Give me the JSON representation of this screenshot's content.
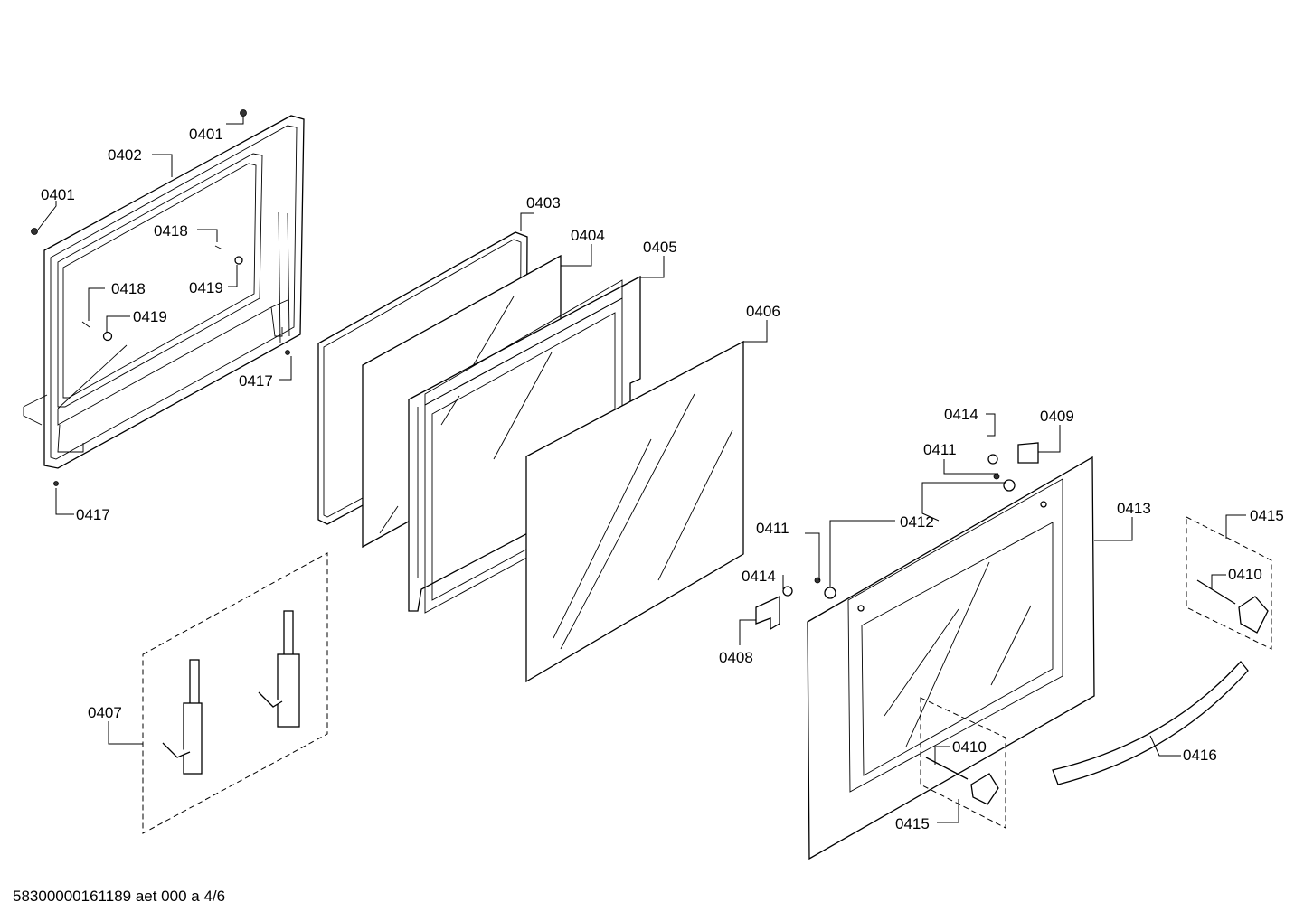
{
  "drawing": {
    "footer": "58300000161189 aet 000 a 4/6",
    "callouts": [
      {
        "id": "c1",
        "text": "0401"
      },
      {
        "id": "c2",
        "text": "0402"
      },
      {
        "id": "c3",
        "text": "0401"
      },
      {
        "id": "c4",
        "text": "0418"
      },
      {
        "id": "c5",
        "text": "0418"
      },
      {
        "id": "c6",
        "text": "0419"
      },
      {
        "id": "c7",
        "text": "0419"
      },
      {
        "id": "c8",
        "text": "0417"
      },
      {
        "id": "c9",
        "text": "0417"
      },
      {
        "id": "c10",
        "text": "0403"
      },
      {
        "id": "c11",
        "text": "0404"
      },
      {
        "id": "c12",
        "text": "0405"
      },
      {
        "id": "c13",
        "text": "0406"
      },
      {
        "id": "c14",
        "text": "0407"
      },
      {
        "id": "c15",
        "text": "0414"
      },
      {
        "id": "c16",
        "text": "0409"
      },
      {
        "id": "c17",
        "text": "0411"
      },
      {
        "id": "c18",
        "text": "0412"
      },
      {
        "id": "c19",
        "text": "0413"
      },
      {
        "id": "c20",
        "text": "0415"
      },
      {
        "id": "c21",
        "text": "0411"
      },
      {
        "id": "c22",
        "text": "0414"
      },
      {
        "id": "c23",
        "text": "0410"
      },
      {
        "id": "c24",
        "text": "0408"
      },
      {
        "id": "c25",
        "text": "0416"
      },
      {
        "id": "c26",
        "text": "0410"
      },
      {
        "id": "c27",
        "text": "0415"
      }
    ]
  }
}
